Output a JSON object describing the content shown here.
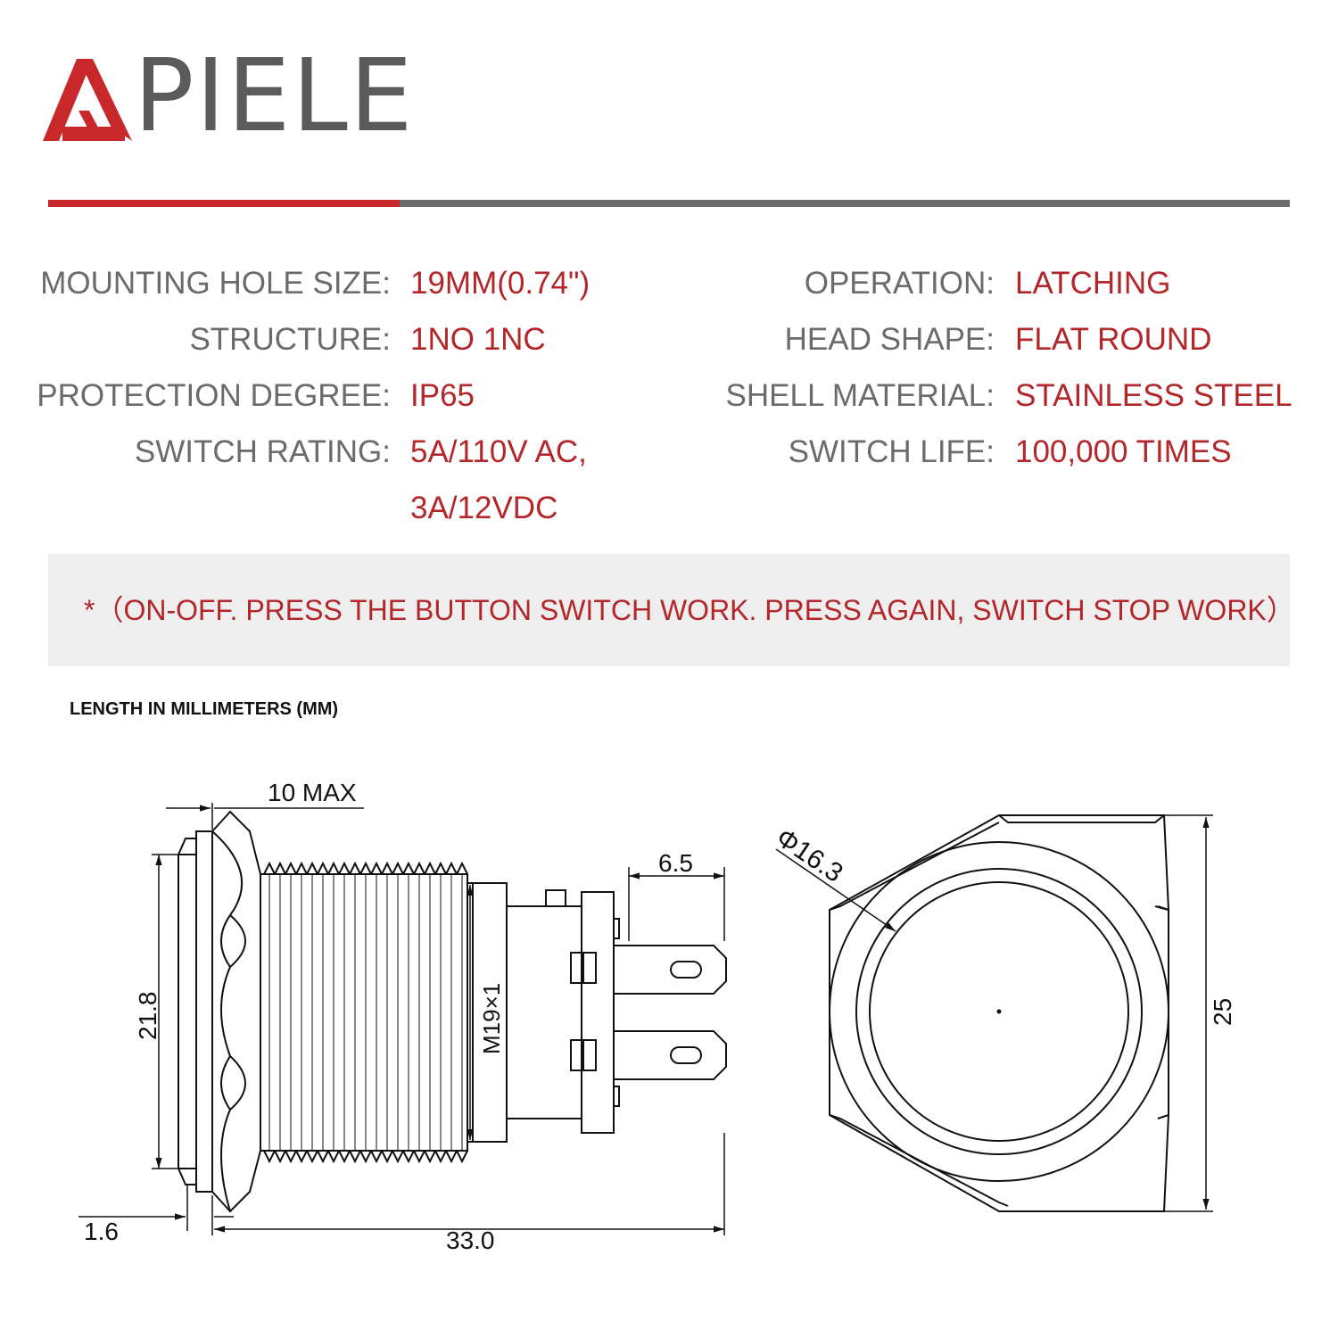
{
  "brand": {
    "name": "PIELE",
    "accent": "#c8282a",
    "gray": "#5b5b5b"
  },
  "specs": {
    "mounting_hole_size": {
      "label": "MOUNTING HOLE SIZE:",
      "value": "19MM(0.74\")"
    },
    "structure": {
      "label": "STRUCTURE:",
      "value": "1NO 1NC"
    },
    "protection_degree": {
      "label": "PROTECTION DEGREE:",
      "value": "IP65"
    },
    "switch_rating": {
      "label": "SWITCH RATING:",
      "value_line1": "5A/110V AC,",
      "value_line2": "3A/12VDC"
    },
    "operation": {
      "label": "OPERATION:",
      "value": "LATCHING"
    },
    "head_shape": {
      "label": "HEAD SHAPE:",
      "value": "FLAT ROUND"
    },
    "shell_material": {
      "label": "SHELL MATERIAL:",
      "value": "STAINLESS STEEL"
    },
    "switch_life": {
      "label": "SWITCH LIFE:",
      "value": "100,000 TIMES"
    }
  },
  "note": "*（ON-OFF. PRESS THE BUTTON SWITCH WORK. PRESS AGAIN, SWITCH STOP WORK）",
  "units_label": "LENGTH IN MILLIMETERS (MM)",
  "dimensions": {
    "head_depth": "10 MAX",
    "terminal_width": "6.5",
    "body_height": "21.8",
    "thread": "M19×1",
    "flange_thickness": "1.6",
    "total_length": "33.0",
    "head_diameter": "Φ16.3",
    "nut_height": "25"
  }
}
